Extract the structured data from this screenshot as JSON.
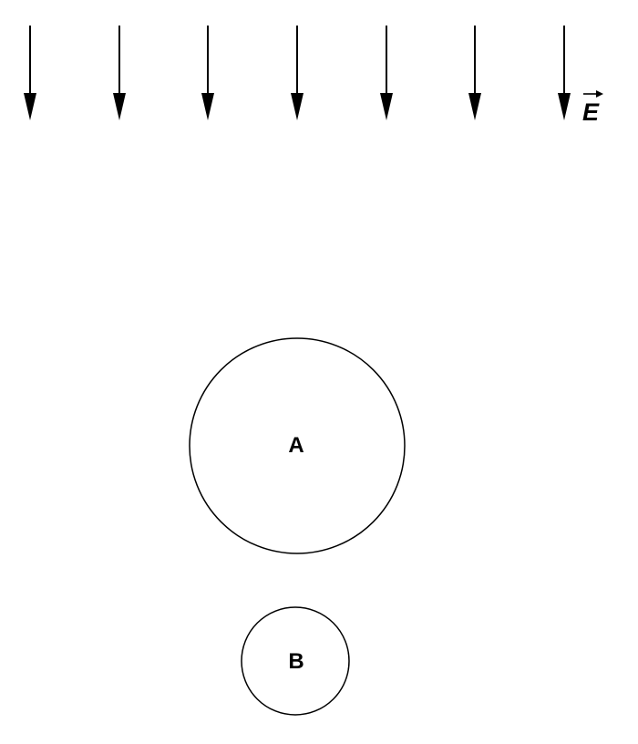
{
  "field": {
    "label": "E",
    "arrow_count": 7,
    "direction": "down"
  },
  "spheres": [
    {
      "label": "A",
      "relative_size": "large"
    },
    {
      "label": "B",
      "relative_size": "small"
    }
  ],
  "colors": {
    "stroke": "#000000",
    "background": "#ffffff"
  }
}
